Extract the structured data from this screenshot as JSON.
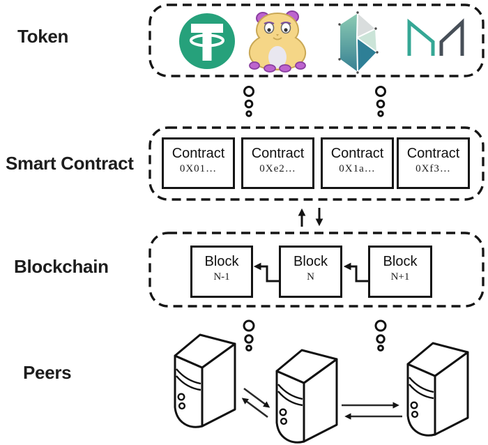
{
  "row_labels": {
    "token": "Token",
    "smart_contract": "Smart Contract",
    "blockchain": "Blockchain",
    "peers": "Peers"
  },
  "token_row": {
    "icons": [
      {
        "name": "tether-icon",
        "color": "#26A17B"
      },
      {
        "name": "cryptokitty-icon",
        "color": "#F5D687"
      },
      {
        "name": "kyber-icon",
        "color": "#2E7F96"
      },
      {
        "name": "maker-icon",
        "color": "#35A795"
      }
    ]
  },
  "contract_row": {
    "cards": [
      {
        "title": "Contract",
        "address": "0X01…"
      },
      {
        "title": "Contract",
        "address": "0Xe2…"
      },
      {
        "title": "Contract",
        "address": "0X1a…"
      },
      {
        "title": "Contract",
        "address": "0Xf3…"
      }
    ]
  },
  "block_row": {
    "cards": [
      {
        "title": "Block",
        "index": "N-1"
      },
      {
        "title": "Block",
        "index": "N"
      },
      {
        "title": "Block",
        "index": "N+1"
      }
    ]
  },
  "peers_row": {
    "nodes": [
      "peer-server-1",
      "peer-server-2",
      "peer-server-3"
    ]
  },
  "edges": {
    "contract_blockchain": "bidirectional up/down arrows",
    "block_links": [
      "N+1 points to N",
      "N points to N-1"
    ],
    "peer_links": [
      "peer-1 <-> peer-2",
      "peer-2 <-> peer-3"
    ],
    "layer_connectors": "dotted circle chains"
  },
  "colors": {
    "line": "#141414",
    "background": "#ffffff",
    "tether_green": "#26A17B",
    "kitty_yellow": "#F5D687",
    "kitty_purple": "#BD64CE",
    "kyber_teal_dark": "#2E7F96",
    "kyber_gray": "#D9DDDD",
    "maker_teal": "#35A795",
    "maker_gray": "#474F58"
  }
}
